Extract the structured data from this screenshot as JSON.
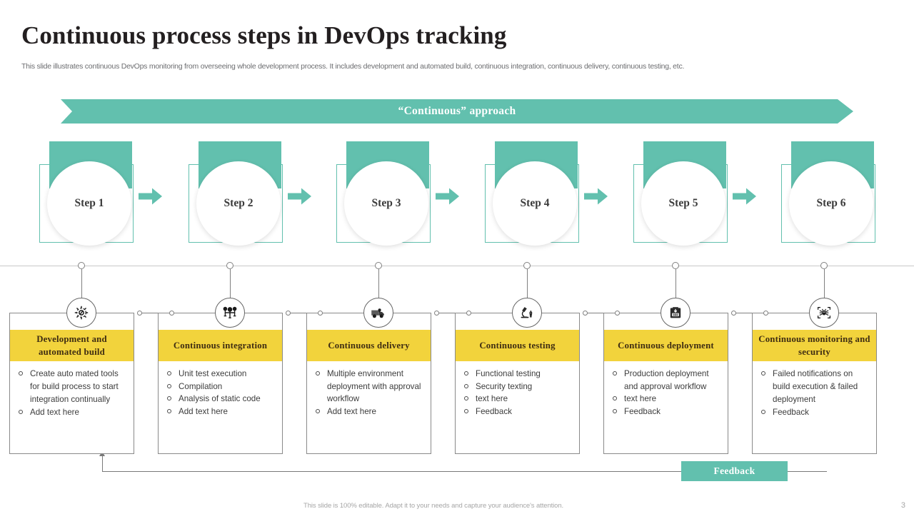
{
  "slide": {
    "title": "Continuous process steps in DevOps tracking",
    "subtitle": "This slide illustrates continuous DevOps monitoring from overseeing whole development process. It includes development and automated build, continuous integration, continuous delivery, continuous testing, etc.",
    "footer_note": "This slide is 100% editable. Adapt it to your needs and capture your audience's attention.",
    "page_number": "3"
  },
  "banner": {
    "label": "“Continuous” approach",
    "color": "#62c0ae"
  },
  "colors": {
    "teal": "#62c0ae",
    "yellow": "#f2d33c",
    "header_text": "#231f20",
    "body_text": "#3c3c3c",
    "line": "#808080"
  },
  "steps": [
    {
      "label": "Step 1"
    },
    {
      "label": "Step 2"
    },
    {
      "label": "Step 3"
    },
    {
      "label": "Step 4"
    },
    {
      "label": "Step 5"
    },
    {
      "label": "Step 6"
    }
  ],
  "cards": [
    {
      "icon": "gear-automation-icon",
      "title": "Development and automated build",
      "items": [
        "Create auto mated tools for build process to start integration  continually",
        "Add text here"
      ]
    },
    {
      "icon": "gears-integration-icon",
      "title": "Continuous integration",
      "items": [
        "Unit test execution",
        "Compilation",
        "Analysis of static code",
        "Add text here"
      ]
    },
    {
      "icon": "delivery-truck-icon",
      "title": "Continuous delivery",
      "items": [
        "Multiple environment deployment with approval workflow",
        "Add text here"
      ]
    },
    {
      "icon": "microscope-testing-icon",
      "title": "Continuous testing",
      "items": [
        "Functional testing",
        "Security texting",
        "text here",
        "Feedback"
      ]
    },
    {
      "icon": "server-deployment-icon",
      "title": "Continuous deployment",
      "items": [
        "Production deployment and approval workflow",
        "text here",
        "Feedback"
      ]
    },
    {
      "icon": "bug-monitoring-icon",
      "title": "Continuous monitoring and security",
      "items": [
        "Failed notifications on build execution & failed deployment",
        "Feedback"
      ]
    }
  ],
  "feedback": {
    "label": "Feedback"
  }
}
